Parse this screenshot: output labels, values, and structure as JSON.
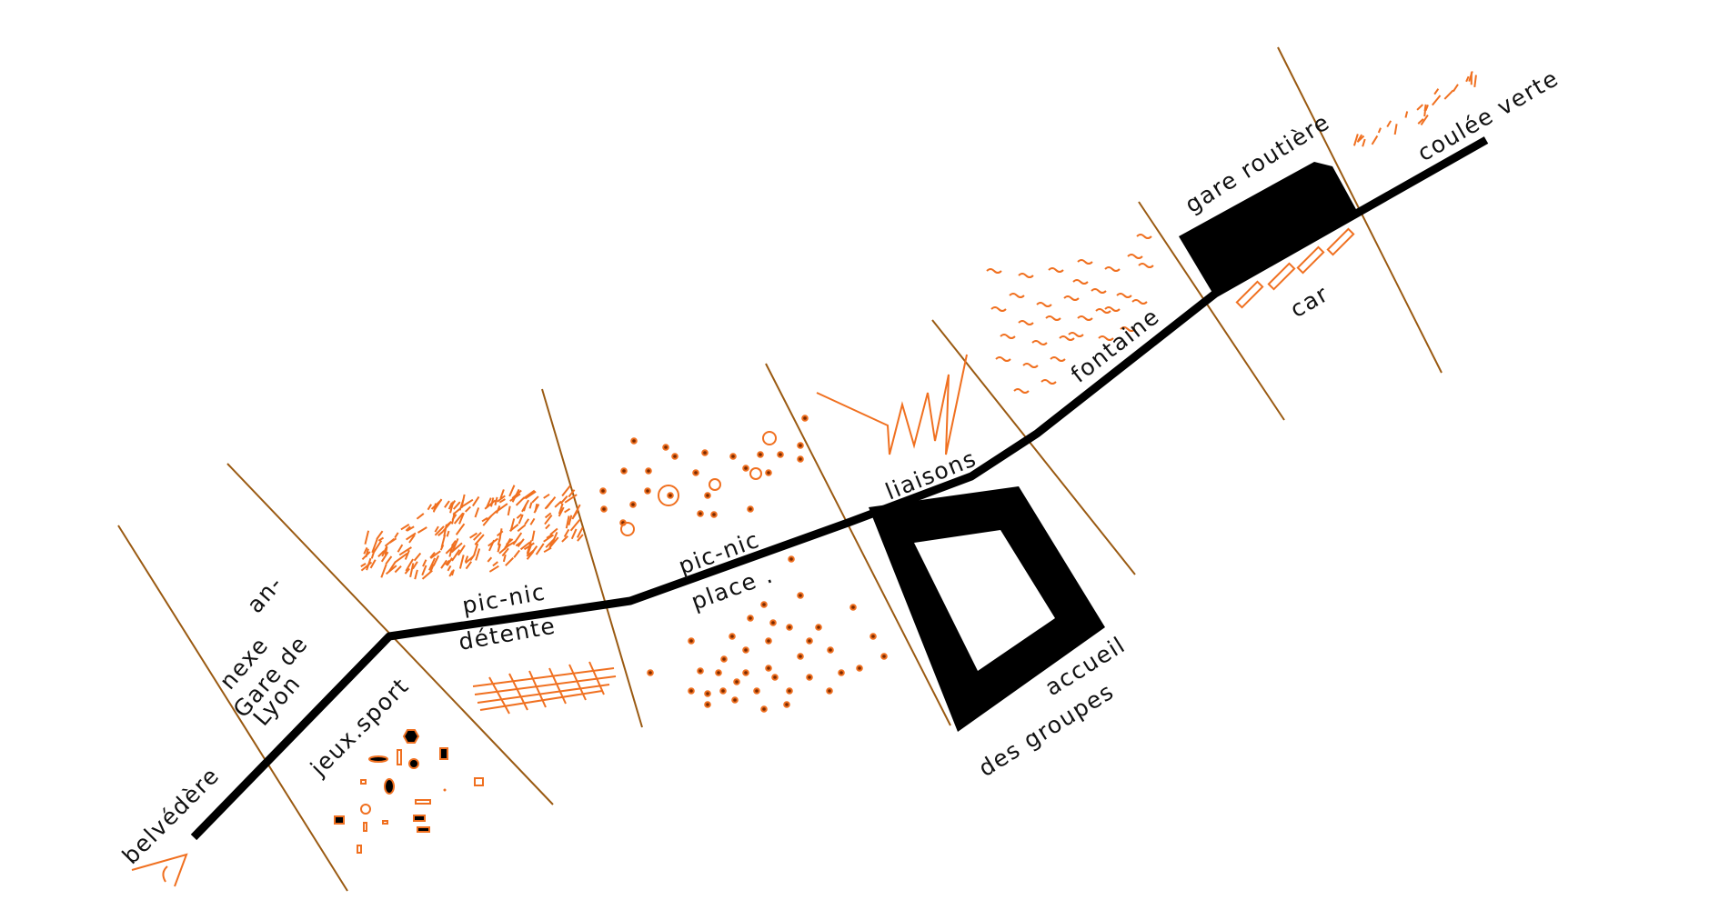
{
  "colors": {
    "path": "#000000",
    "accent": "#f07020",
    "divider": "#9a5a12",
    "background": "#ffffff"
  },
  "labels": {
    "belvedere": "belvédère",
    "annexe_1": "an-",
    "annexe_2": "nexe",
    "annexe_3": "Gare de",
    "annexe_4": "Lyon",
    "jeux_sport": "jeux.sport",
    "picnic_1": "pic-nic",
    "detente": "détente",
    "picnic_2": "pic-nic",
    "place": "place .",
    "liaisons": "liaisons",
    "accueil_1": "accueil",
    "accueil_2": "des groupes",
    "fontaine": "fontaine",
    "gare_routiere": "gare routière",
    "car": "car",
    "coulee_verte": "coulée verte"
  }
}
